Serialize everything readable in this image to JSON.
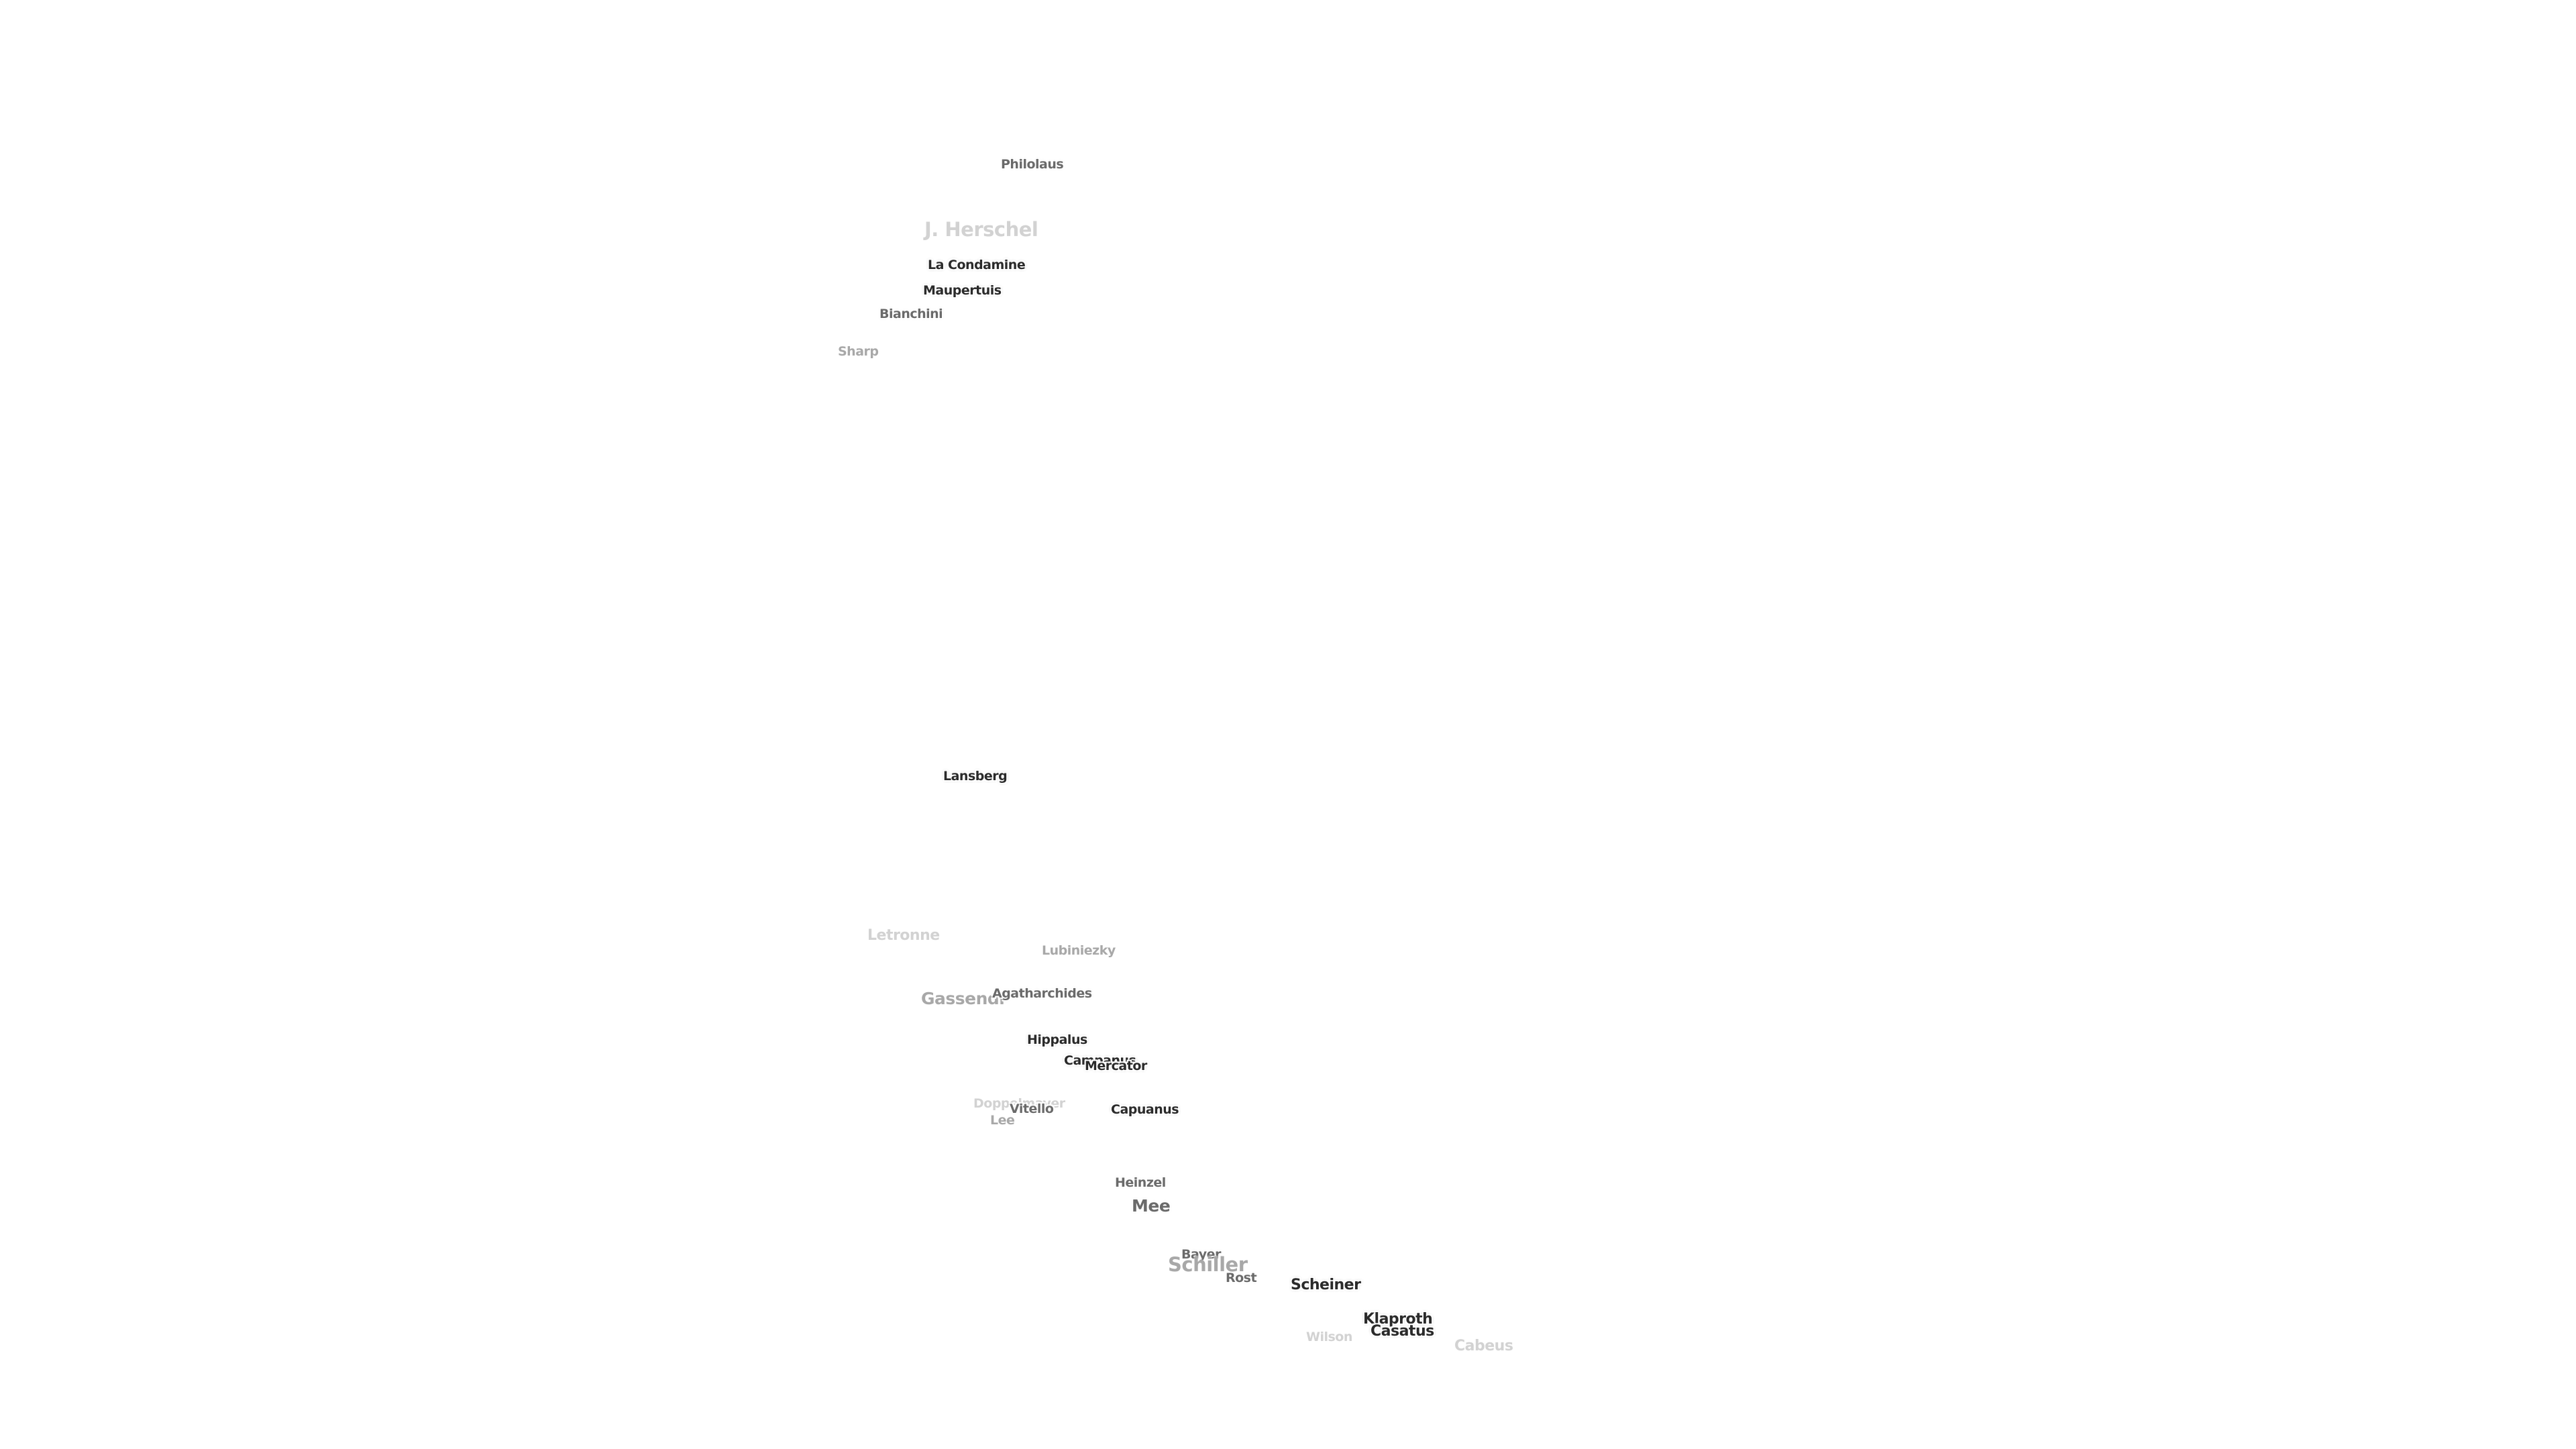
{
  "map": {
    "features": [
      {
        "name": "Philolaus",
        "tone": "mid"
      },
      {
        "name": "J. Herschel",
        "tone": "faint"
      },
      {
        "name": "La Condamine",
        "tone": "dark"
      },
      {
        "name": "Maupertuis",
        "tone": "dark"
      },
      {
        "name": "Bianchini",
        "tone": "mid"
      },
      {
        "name": "Sharp",
        "tone": "light"
      },
      {
        "name": "Lansberg",
        "tone": "dark"
      },
      {
        "name": "Letronne",
        "tone": "faint"
      },
      {
        "name": "Lubiniezky",
        "tone": "light"
      },
      {
        "name": "Gassendi",
        "tone": "light"
      },
      {
        "name": "Agatharchides",
        "tone": "mid"
      },
      {
        "name": "Hippalus",
        "tone": "dark"
      },
      {
        "name": "Campanus",
        "tone": "dark"
      },
      {
        "name": "Mercator",
        "tone": "dark"
      },
      {
        "name": "Doppelmayer",
        "tone": "faint"
      },
      {
        "name": "Vitello",
        "tone": "mid"
      },
      {
        "name": "Lee",
        "tone": "light"
      },
      {
        "name": "Capuanus",
        "tone": "dark"
      },
      {
        "name": "Heinzel",
        "tone": "mid"
      },
      {
        "name": "Mee",
        "tone": "mid"
      },
      {
        "name": "Bayer",
        "tone": "mid"
      },
      {
        "name": "Schiller",
        "tone": "light"
      },
      {
        "name": "Rost",
        "tone": "mid"
      },
      {
        "name": "Scheiner",
        "tone": "dark"
      },
      {
        "name": "Klaproth",
        "tone": "dark"
      },
      {
        "name": "Casatus",
        "tone": "dark"
      },
      {
        "name": "Wilson",
        "tone": "faint"
      },
      {
        "name": "Cabeus",
        "tone": "faint"
      }
    ]
  }
}
